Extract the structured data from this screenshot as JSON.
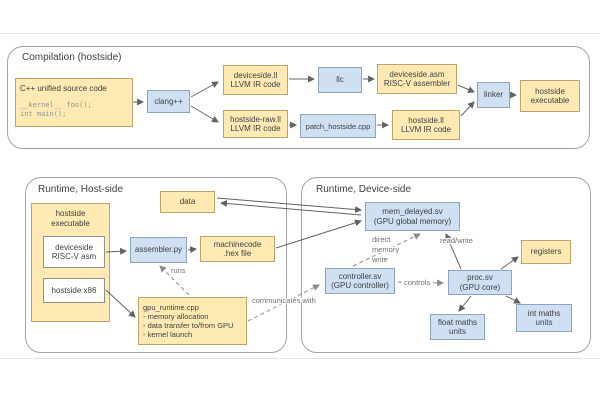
{
  "colors": {
    "node_yellow_fill": "#ffeab3",
    "node_yellow_border": "#c0a264",
    "node_blue_fill": "#cfe0f2",
    "node_blue_border": "#8ba4bf",
    "region_border": "#a3a3a3",
    "arrow_solid": "#5f6368",
    "arrow_dashed": "#8c8c8c"
  },
  "regions": {
    "compilation": {
      "title": "Compilation (hostside)"
    },
    "host_runtime": {
      "title": "Runtime, Host-side"
    },
    "device_runtime": {
      "title": "Runtime, Device-side"
    }
  },
  "nodes": {
    "cpp_source": {
      "title": "C++ unified source code",
      "code_line1": "__kernel__ foo();",
      "code_line2": "int main();"
    },
    "clangpp": {
      "label": "clang++"
    },
    "deviceside_ll": {
      "name": "deviceside.ll",
      "desc": "LLVM IR code"
    },
    "llc": {
      "label": "llc"
    },
    "deviceside_asm": {
      "name": "deviceside.asm",
      "desc": "RISC-V assembler"
    },
    "hostside_raw_ll": {
      "name": "hostside-raw.ll",
      "desc": "LLVM IR code"
    },
    "patch_hostside": {
      "label": "patch_hostside.cpp"
    },
    "hostside_ll": {
      "name": "hostside.ll",
      "desc": "LLVM IR code"
    },
    "linker": {
      "label": "linker"
    },
    "hostside_executable": {
      "line1": "hostside",
      "line2": "executable"
    },
    "host_exec_container": {
      "line1": "hostside",
      "line2": "executable"
    },
    "deviceside_riscv_asm": {
      "line1": "deviceside",
      "line2": "RISC-V asm"
    },
    "hostside_x86": {
      "label": "hostside x86"
    },
    "data": {
      "label": "data"
    },
    "assembler_py": {
      "label": "assembler.py"
    },
    "machinecode": {
      "line1": "machinecode",
      "line2": ".hex file"
    },
    "gpu_runtime": {
      "title": "gpu_runtime.cpp",
      "bullet1": "- memory allocation",
      "bullet2": "- data transfer to/from GPU",
      "bullet3": "- kernel launch"
    },
    "mem_delayed": {
      "name": "mem_delayed.sv",
      "desc": "(GPU global memory)"
    },
    "controller": {
      "name": "controller.sv",
      "desc": "(GPU controller)"
    },
    "proc": {
      "name": "proc.sv",
      "desc": "(GPU core)"
    },
    "registers": {
      "label": "registers"
    },
    "float_units": {
      "line1": "float maths",
      "line2": "units"
    },
    "int_units": {
      "line1": "int maths",
      "line2": "units"
    }
  },
  "edge_labels": {
    "runs": "runs",
    "communicates_with": "communicates with",
    "direct_memory_write_1": "direct",
    "direct_memory_write_2": "memory",
    "direct_memory_write_3": "write",
    "read_write": "read/write",
    "controls": "controls"
  }
}
